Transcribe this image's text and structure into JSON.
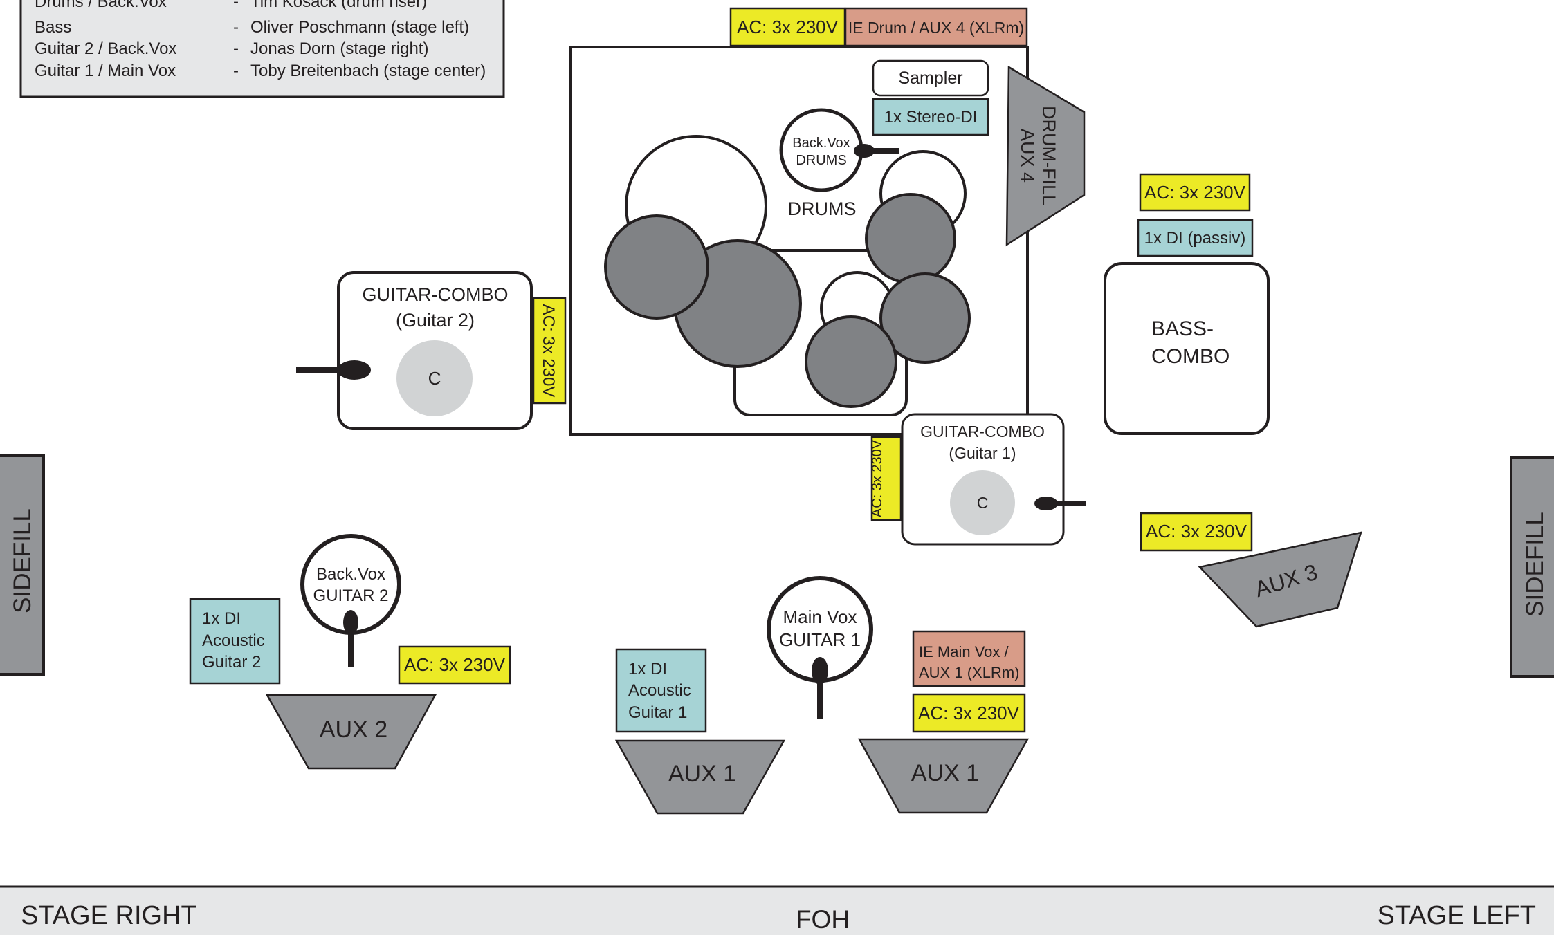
{
  "legend": {
    "rows": [
      {
        "role": "Drums / Back.Vox",
        "dash": "-",
        "name": "Tim Kosack (drum riser)"
      },
      {
        "role": "Bass",
        "dash": "-",
        "name": "Oliver Poschmann (stage left)"
      },
      {
        "role": "Guitar 2 / Back.Vox",
        "dash": "-",
        "name": "Jonas Dorn (stage right)"
      },
      {
        "role": "Guitar 1 / Main Vox",
        "dash": "-",
        "name": "Toby Breitenbach (stage center)"
      }
    ]
  },
  "labels": {
    "ac": "AC: 3x 230V",
    "ie_drum": "IE Drum / AUX 4 (XLRm)",
    "sampler": "Sampler",
    "stereo_di": "1x Stereo-DI",
    "backvox_drums": [
      "Back.Vox",
      "DRUMS"
    ],
    "drums": "DRUMS",
    "drumfill": [
      "DRUM-FILL",
      "AUX 4"
    ],
    "di_passiv": "1x DI (passiv)",
    "bass_combo": [
      "BASS-",
      "COMBO"
    ],
    "guitar_combo_2": [
      "GUITAR-COMBO",
      "(Guitar 2)"
    ],
    "guitar_combo_1": [
      "GUITAR-COMBO",
      "(Guitar 1)"
    ],
    "cone": "C",
    "sidefill": "SIDEFILL",
    "backvox_guitar2": [
      "Back.Vox",
      "GUITAR 2"
    ],
    "di_acoustic_2": [
      "1x DI",
      "Acoustic",
      "Guitar 2"
    ],
    "di_acoustic_1": [
      "1x DI",
      "Acoustic",
      "Guitar 1"
    ],
    "mainvox_guitar1": [
      "Main Vox",
      "GUITAR 1"
    ],
    "ie_mainvox": [
      "IE Main Vox /",
      "AUX 1 (XLRm)"
    ],
    "aux1": "AUX 1",
    "aux2": "AUX 2",
    "aux3": "AUX 3",
    "stage_right": "STAGE RIGHT",
    "foh": "FOH",
    "stage_left": "STAGE LEFT"
  },
  "colors": {
    "ac_power": "#ecea26",
    "in_ear": "#d89c88",
    "di_box": "#a6d3d5",
    "monitor": "#939598",
    "drum_dark": "#808285",
    "cone": "#d1d3d4",
    "panel": "#e6e7e8",
    "outline": "#231f20"
  }
}
